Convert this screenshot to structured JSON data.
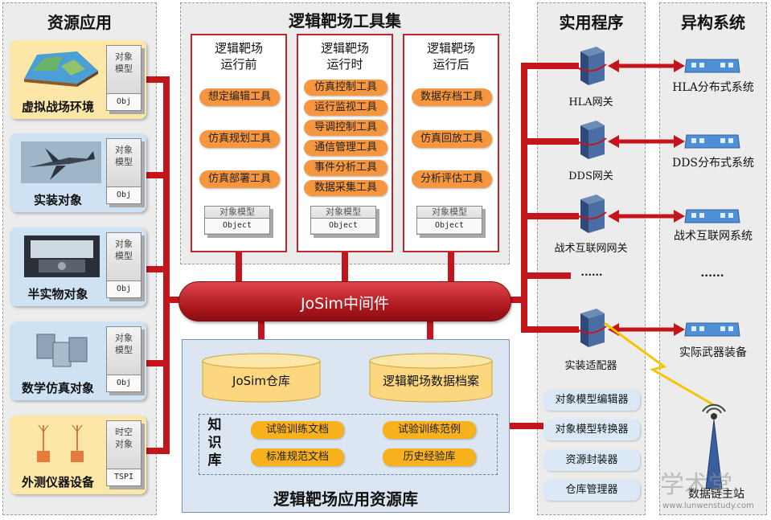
{
  "sections": {
    "resources_title": "资源应用",
    "tools_title": "逻辑靶场工具集",
    "utilities_title": "实用程序",
    "heterogeneous_title": "异构系统"
  },
  "resources": [
    {
      "label": "虚拟战场环境",
      "tag_top": "对象\n模型",
      "tag_bottom": "Obj",
      "color": "#fde7a8"
    },
    {
      "label": "实装对象",
      "tag_top": "对象\n模型",
      "tag_bottom": "Obj",
      "color": "#cfe2f3"
    },
    {
      "label": "半实物对象",
      "tag_top": "对象\n模型",
      "tag_bottom": "Obj",
      "color": "#cfe2f3"
    },
    {
      "label": "数学仿真对象",
      "tag_top": "对象\n模型",
      "tag_bottom": "Obj",
      "color": "#cfe2f3"
    },
    {
      "label": "外测仪器设备",
      "tag_top": "时空\n对象",
      "tag_bottom": "TSPI",
      "color": "#fde7a8"
    }
  ],
  "tool_groups": [
    {
      "title": "逻辑靶场\n运行前",
      "tools": [
        "想定编辑工具",
        "仿真规划工具",
        "仿真部署工具"
      ],
      "cube_top": "对象模型",
      "cube_bottom": "Object"
    },
    {
      "title": "逻辑靶场\n运行时",
      "tools": [
        "仿真控制工具",
        "运行监视工具",
        "导调控制工具",
        "通信管理工具",
        "事件分析工具",
        "数据采集工具"
      ],
      "cube_top": "对象模型",
      "cube_bottom": "Object"
    },
    {
      "title": "逻辑靶场\n运行后",
      "tools": [
        "数据存档工具",
        "仿真回放工具",
        "分析评估工具"
      ],
      "cube_top": "对象模型",
      "cube_bottom": "Object"
    }
  ],
  "middleware_label": "JoSim中间件",
  "repository": {
    "title": "逻辑靶场应用资源库",
    "josim_repo": "JoSim仓库",
    "data_archive": "逻辑靶场数据档案",
    "knowledge_label": "知\n识\n库",
    "knowledge_items": [
      "试验训练文档",
      "试验训练范例",
      "标准规范文档",
      "历史经验库"
    ]
  },
  "gateways": [
    "HLA网关",
    "DDS网关",
    "战术互联网网关",
    "实装适配器"
  ],
  "gateway_ellipsis": "......",
  "systems": [
    "HLA分布式系统",
    "DDS分布式系统",
    "战术互联网系统",
    "实际武器装备"
  ],
  "system_ellipsis": "......",
  "utilities": [
    "对象模型编辑器",
    "对象模型转换器",
    "资源封装器",
    "仓库管理器"
  ],
  "data_link_station": "数据链主站",
  "watermark": {
    "text": "学术堂",
    "url": "www.lunwenstudy.com"
  },
  "colors": {
    "link_red": "#c4151c",
    "tool_orange": "#f6963f",
    "knowledge_yellow": "#f7b11c",
    "repo_blue": "#dce6f2"
  }
}
